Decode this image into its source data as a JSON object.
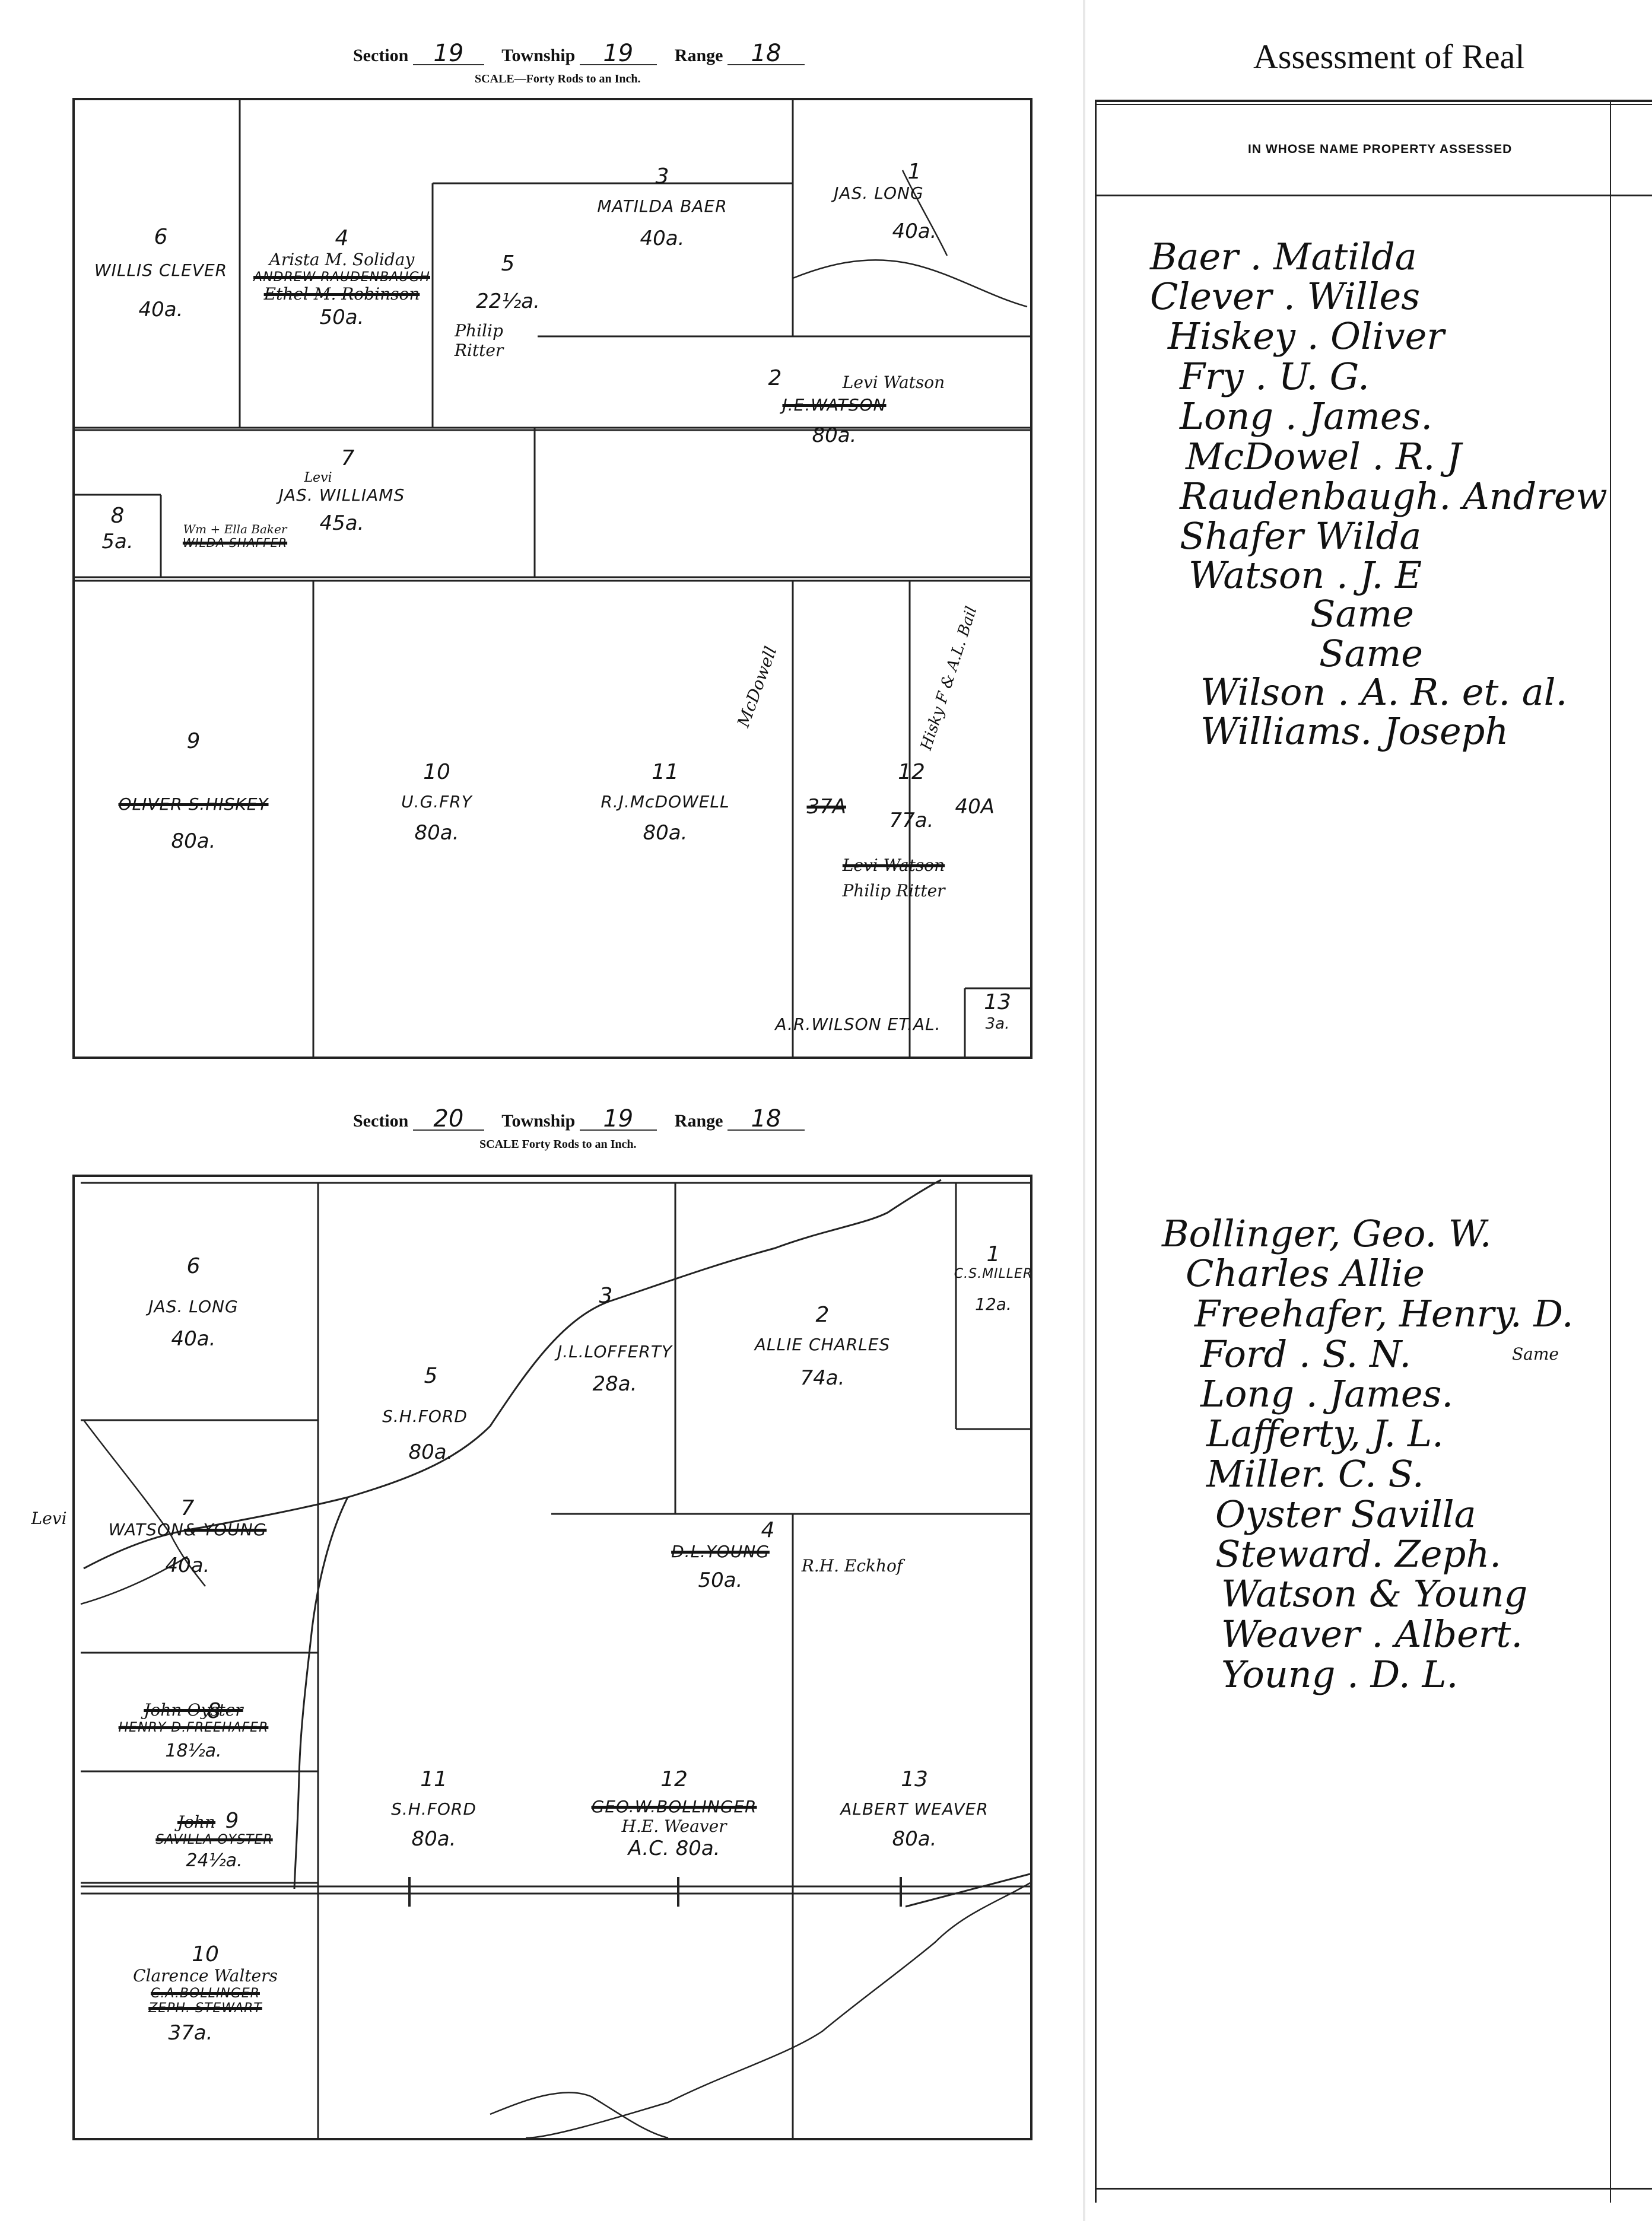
{
  "map_top": {
    "section_label": "Section",
    "section": "19",
    "township_label": "Township",
    "township": "19",
    "range_label": "Range",
    "range": "18",
    "scale": "SCALE—Forty Rods to an Inch.",
    "plots": [
      {
        "num": "1",
        "owner": "JAS. LONG",
        "acres": "40a."
      },
      {
        "num": "2",
        "note": "Levi Watson",
        "owner": "J.E.WATSON",
        "acres": "80a."
      },
      {
        "num": "3",
        "owner": "MATILDA BAER",
        "acres": "40a."
      },
      {
        "num": "4",
        "note": "Arista M. Soliday",
        "struck1": "ANDREW RAUDENBAUGH",
        "struck2": "Ethel M. Robinson",
        "acres": "50a."
      },
      {
        "num": "5",
        "acres": "22½a.",
        "note": "Philip Ritter"
      },
      {
        "num": "6",
        "owner": "WILLIS CLEVER",
        "acres": "40a."
      },
      {
        "num": "7",
        "note": "Levi",
        "owner": "JAS. WILLIAMS",
        "acres": "45a."
      },
      {
        "num": "8",
        "acres": "5a.",
        "note": "Wm + Ella Baker",
        "struck1": "WILDA SHAFFER"
      },
      {
        "num": "9",
        "struck1": "OLIVER S.HISKEY",
        "acres": "80a."
      },
      {
        "num": "10",
        "owner": "U.G.FRY",
        "acres": "80a."
      },
      {
        "num": "11",
        "owner": "R.J.McDOWELL",
        "acres": "80a."
      },
      {
        "num": "12",
        "acres_a": "37A",
        "acres_b": "77a.",
        "acres_c": "40A",
        "note_v1": "McDowell",
        "note_v2": "Hisky F & A.L. Bail",
        "struck1": "Levi Watson",
        "note": "Philip Ritter"
      },
      {
        "num": "13",
        "acres": "3a.",
        "owner": "A.R.WILSON ET.AL."
      }
    ]
  },
  "map_bottom": {
    "section_label": "Section",
    "section": "20",
    "township_label": "Township",
    "township": "19",
    "range_label": "Range",
    "range": "18",
    "scale": "SCALE  Forty Rods to an Inch.",
    "plots": [
      {
        "num": "1",
        "owner": "C.S.MILLER",
        "acres": "12a."
      },
      {
        "num": "2",
        "owner": "ALLIE CHARLES",
        "acres": "74a."
      },
      {
        "num": "3",
        "owner": "J.L.LOFFERTY",
        "acres": "28a."
      },
      {
        "num": "4",
        "struck1": "D.L.YOUNG",
        "acres": "50a.",
        "note": "R.H. Eckhof"
      },
      {
        "num": "5",
        "owner": "S.H.FORD",
        "acres": "80a."
      },
      {
        "num": "6",
        "owner": "JAS. LONG",
        "acres": "40a."
      },
      {
        "num": "7",
        "note": "Levi",
        "owner": "WATSON",
        "struck1": "& YOUNG",
        "acres": "40a."
      },
      {
        "num": "8",
        "note": "John Oyster",
        "struck1": "HENRY D.FREEHAFER",
        "acres": "18½a."
      },
      {
        "num": "9",
        "note": "John",
        "struck1": "SAVILLA OYSTER",
        "acres": "24½a."
      },
      {
        "num": "10",
        "note": "Clarence Walters",
        "struck1": "C.A.BOLLINGER",
        "struck2": "ZEPH. STEWART",
        "acres": "37a."
      },
      {
        "num": "11",
        "owner": "S.H.FORD",
        "acres": "80a."
      },
      {
        "num": "12",
        "struck1": "GEO.W.BOLLINGER",
        "note": "H.E. Weaver",
        "acres": "A.C. 80a."
      },
      {
        "num": "13",
        "owner": "ALBERT WEAVER",
        "acres": "80a."
      }
    ]
  },
  "ledger": {
    "title": "Assessment of Real",
    "column_header": "IN WHOSE NAME PROPERTY ASSESSED",
    "names_top": [
      "Baer . Matilda",
      "Clever . Willes",
      "Hiskey . Oliver",
      "Fry . U. G.",
      "Long . James.",
      "McDowel . R. J",
      "Raudenbaugh. Andrew",
      "Shafer   Wilda",
      "Watson . J. E",
      "Same",
      "Same",
      "Wilson . A. R. et. al.",
      "Williams. Joseph"
    ],
    "names_bottom": [
      "Bollinger, Geo. W.",
      "Charles   Allie",
      "Freehafer, Henry. D.",
      "Ford . S. N.",
      "Long . James.",
      "Lafferty, J. L.",
      "Miller. C. S.",
      "Oyster  Savilla",
      "Steward. Zeph.",
      "Watson & Young",
      "Weaver . Albert.",
      "Young . D. L."
    ],
    "side_note": "Same"
  }
}
